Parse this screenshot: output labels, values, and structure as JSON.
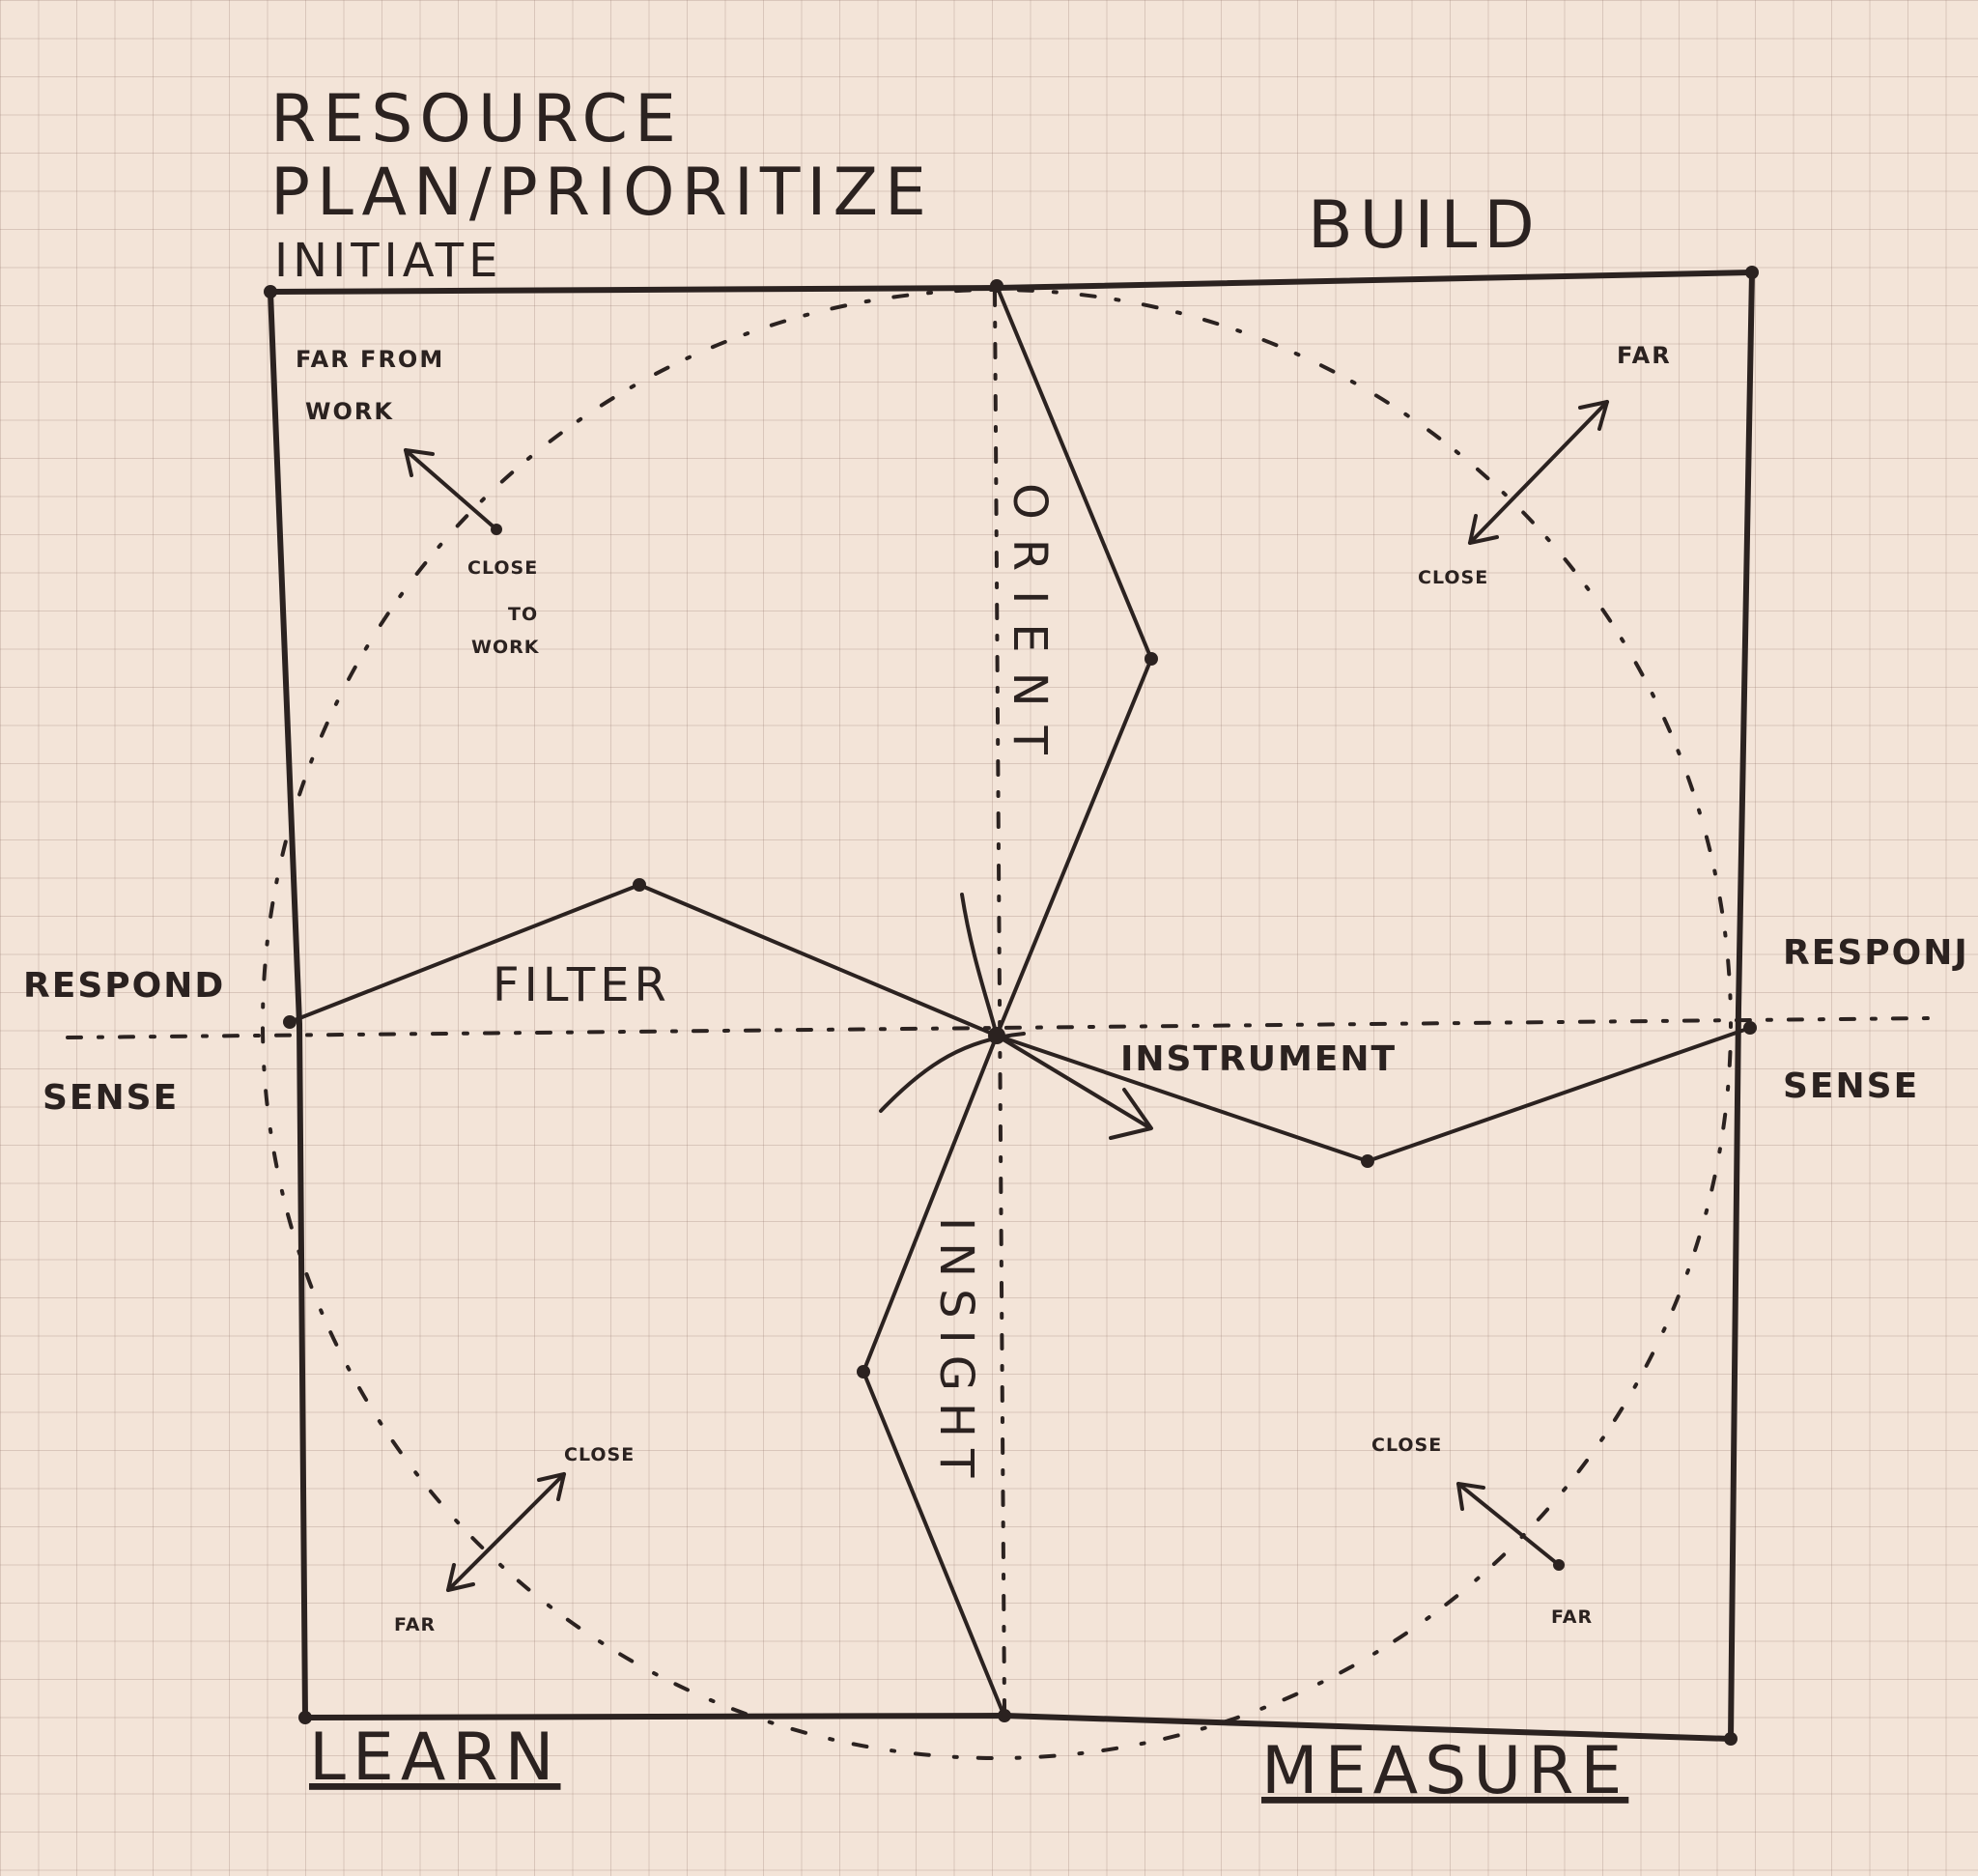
{
  "corners": {
    "top_left": [
      "RESOURCE",
      "PLAN/PRIORITIZE",
      "INITIATE"
    ],
    "top_right": "BUILD",
    "bottom_left": "LEARN",
    "bottom_right": "MEASURE"
  },
  "sides": {
    "left_respond": "RESPOND",
    "left_sense": "SENSE",
    "right_respond": "RESPONJ",
    "right_sense": "SENSE"
  },
  "paths": {
    "filter": "FILTER",
    "instrument": "INSTRUMENT",
    "orient": "ORIENT",
    "insight": "INSIGHT"
  },
  "quadrant_scales": {
    "top_left": {
      "far": [
        "FAR FROM",
        "WORK"
      ],
      "close": [
        "CLOSE",
        "TO",
        "WORK"
      ]
    },
    "top_right": {
      "far": "FAR",
      "close": "CLOSE"
    },
    "bottom_left": {
      "far": "FAR",
      "close": "CLOSE"
    },
    "bottom_right": {
      "far": "FAR",
      "close": "CLOSE"
    }
  }
}
